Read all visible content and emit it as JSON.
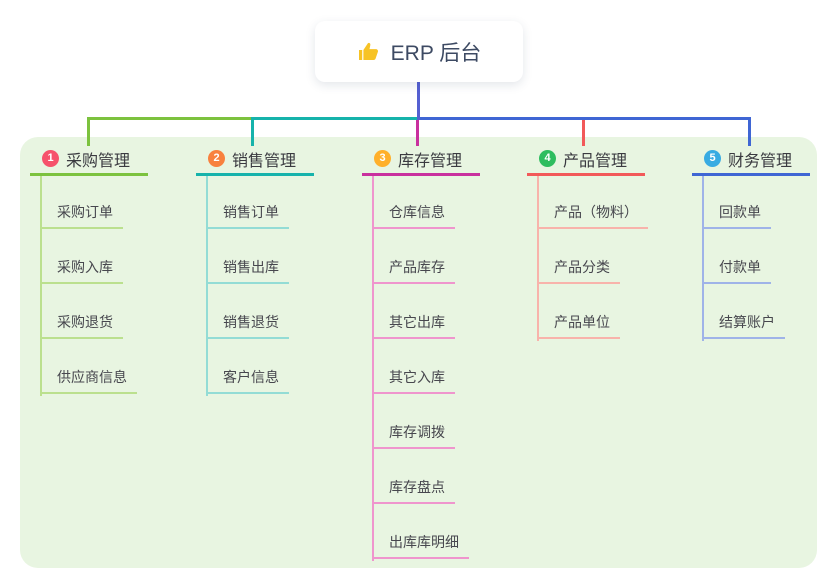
{
  "root": {
    "label": "ERP 后台",
    "icon": "thumbs-up-icon"
  },
  "colors": {
    "panel_bg": "#e8f5e1",
    "root_connector": "#5560d2",
    "root_text": "#3d4a63",
    "thumb_icon": "#f7c325"
  },
  "branches": [
    {
      "index": "1",
      "title": "采购管理",
      "badge_color": "#f6526b",
      "accent": "#7cc23e",
      "light": "#bbe08e",
      "children": [
        "采购订单",
        "采购入库",
        "采购退货",
        "供应商信息"
      ]
    },
    {
      "index": "2",
      "title": "销售管理",
      "badge_color": "#f8813e",
      "accent": "#16b3ab",
      "light": "#93dcd5",
      "children": [
        "销售订单",
        "销售出库",
        "销售退货",
        "客户信息"
      ]
    },
    {
      "index": "3",
      "title": "库存管理",
      "badge_color": "#ffb02a",
      "accent": "#c9309e",
      "light": "#ef95cd",
      "children": [
        "仓库信息",
        "产品库存",
        "其它出库",
        "其它入库",
        "库存调拨",
        "库存盘点",
        "出库库明细"
      ]
    },
    {
      "index": "4",
      "title": "产品管理",
      "badge_color": "#2ebd5f",
      "accent": "#f25959",
      "light": "#f8b3ab",
      "children": [
        "产品（物料）",
        "产品分类",
        "产品单位"
      ]
    },
    {
      "index": "5",
      "title": "财务管理",
      "badge_color": "#38abe2",
      "accent": "#3f66d4",
      "light": "#9fb3e8",
      "children": [
        "回款单",
        "付款单",
        "结算账户"
      ]
    }
  ]
}
